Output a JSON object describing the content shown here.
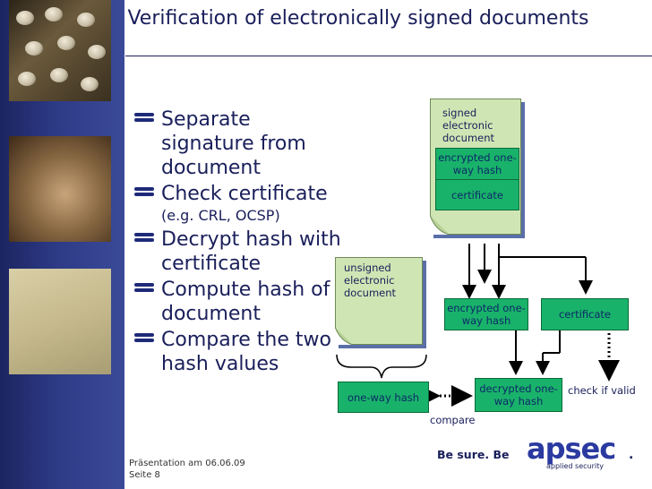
{
  "slide": {
    "title": "Verification of electronically signed documents"
  },
  "bullets": [
    {
      "text": "Separate signature from document"
    },
    {
      "text": "Check certificate",
      "sub": "(e.g. CRL, OCSP)"
    },
    {
      "text": "Decrypt hash with certificate"
    },
    {
      "text": "Compute hash of document"
    },
    {
      "text": "Compare the two hash values"
    }
  ],
  "diagram": {
    "signed_doc": "signed electronic document",
    "encrypted_hash_top": "encrypted one-way hash",
    "certificate_top": "certificate",
    "unsigned_doc": "unsigned electronic document",
    "encrypted_hash_mid": "encrypted one-way hash",
    "certificate_mid": "certificate",
    "decrypted_hash": "decrypted one-way hash",
    "one_way_hash": "one-way hash",
    "check_if_valid": "check if valid",
    "compare": "compare"
  },
  "footer": {
    "presentation": "Präsentation am 06.06.09",
    "page": "Seite 8",
    "slogan": "Be sure. Be",
    "logo_text": "apsec",
    "logo_sub": "applied security",
    "logo_dot": "."
  },
  "colors": {
    "accent": "#1a1f5a",
    "doc_fill": "#cfe6b4",
    "box_green": "#19b26a",
    "sidebar": "#2d3a86"
  }
}
